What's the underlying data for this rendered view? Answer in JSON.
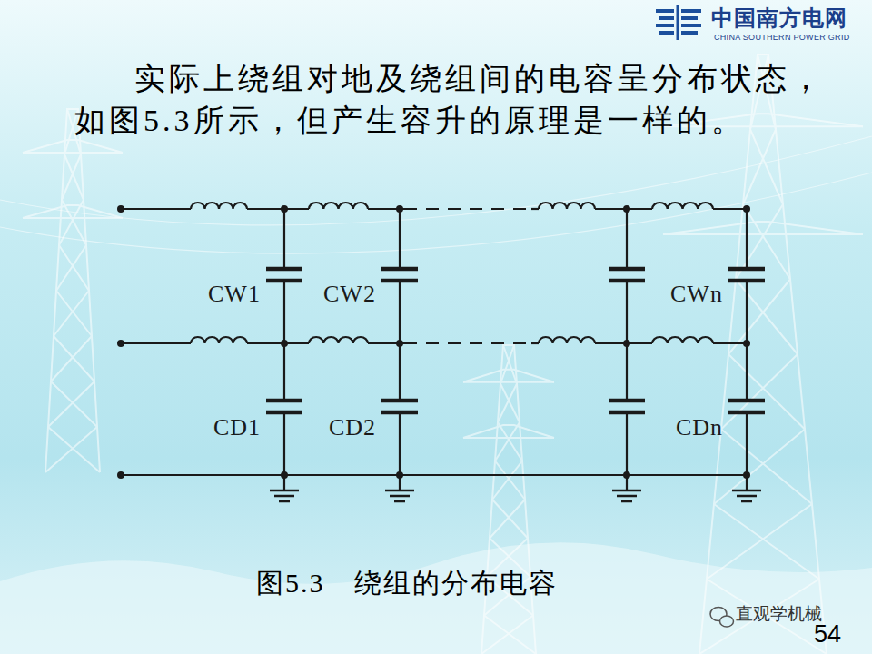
{
  "diagram": {
    "caption": "图5.3　绕组的分布电容",
    "labels": [
      "中国南方电网",
      "CHINA SOUTHERN POWER GRID",
      "实际上绕组对地及绕组间的电容呈分布状态，如图5.3所示，但产生容升的原理是一样的。",
      "CW1",
      "CW2",
      "CWn",
      "CD1",
      "CD2",
      "CDn",
      "直观学机械",
      "54"
    ]
  }
}
